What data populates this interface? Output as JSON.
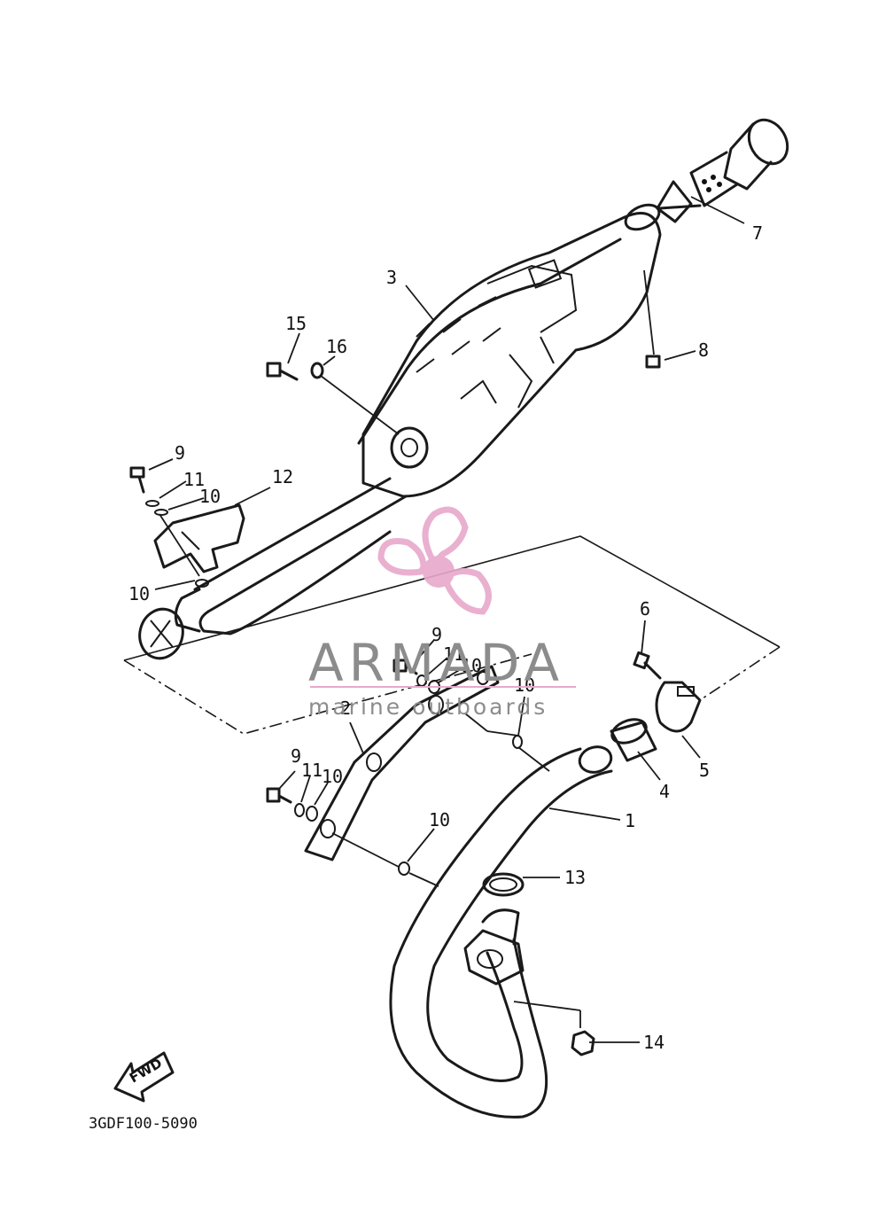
{
  "diagram": {
    "drawing_code": "3GDF100-5090",
    "fwd_label": "FWD",
    "callouts": [
      {
        "id": "c1",
        "text": "1"
      },
      {
        "id": "c2",
        "text": "2"
      },
      {
        "id": "c3",
        "text": "3"
      },
      {
        "id": "c4",
        "text": "4"
      },
      {
        "id": "c5",
        "text": "5"
      },
      {
        "id": "c6",
        "text": "6"
      },
      {
        "id": "c7",
        "text": "7"
      },
      {
        "id": "c8",
        "text": "8"
      },
      {
        "id": "c9a",
        "text": "9"
      },
      {
        "id": "c9b",
        "text": "9"
      },
      {
        "id": "c9c",
        "text": "9"
      },
      {
        "id": "c10a",
        "text": "10"
      },
      {
        "id": "c10b",
        "text": "10"
      },
      {
        "id": "c10c",
        "text": "10"
      },
      {
        "id": "c10d",
        "text": "10"
      },
      {
        "id": "c10e",
        "text": "10"
      },
      {
        "id": "c10f",
        "text": "10"
      },
      {
        "id": "c11a",
        "text": "11"
      },
      {
        "id": "c11b",
        "text": "11"
      },
      {
        "id": "c11c",
        "text": "11"
      },
      {
        "id": "c12",
        "text": "12"
      },
      {
        "id": "c13",
        "text": "13"
      },
      {
        "id": "c14",
        "text": "14"
      },
      {
        "id": "c15",
        "text": "15"
      },
      {
        "id": "c16",
        "text": "16"
      }
    ]
  },
  "watermark": {
    "brand": "ARMADA",
    "tagline": "marine outboards",
    "logo_color": "#e8a8cc",
    "text_color": "#8c8c8c"
  }
}
